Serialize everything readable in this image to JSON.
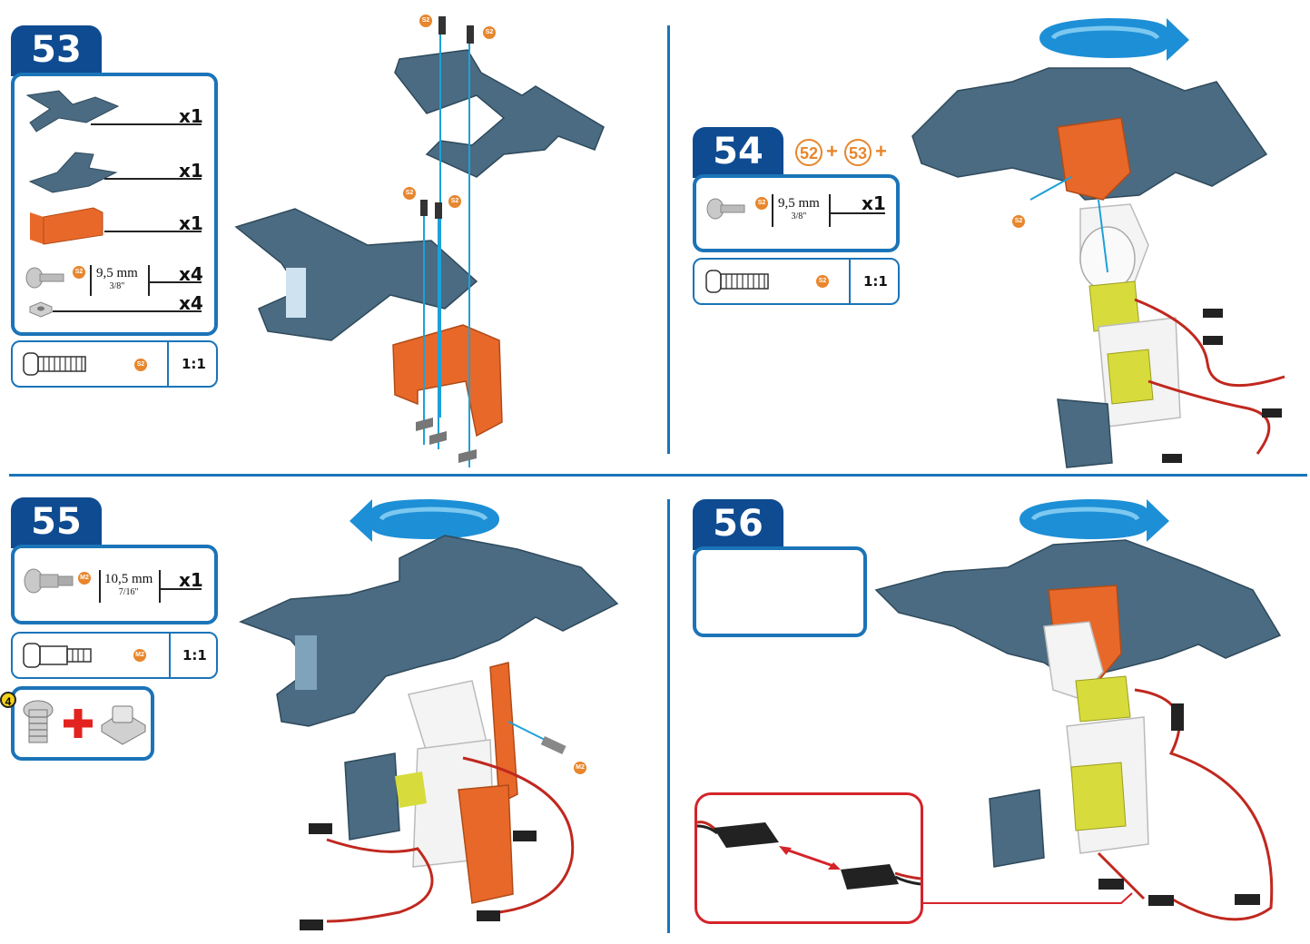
{
  "steps": [
    {
      "number": "53",
      "parts": [
        {
          "qty": "x1",
          "icon": "long-plate-icon"
        },
        {
          "qty": "x1",
          "icon": "short-plate-icon"
        },
        {
          "qty": "x1",
          "icon": "orange-bracket-icon"
        },
        {
          "qty": "x4",
          "icon": "screw-icon"
        },
        {
          "qty": "x4",
          "icon": "nut-icon"
        }
      ],
      "screw": {
        "code": "S2",
        "length": "9,5 mm",
        "inch": "3/8\""
      },
      "scale": {
        "code": "S2",
        "ratio": "1:1"
      },
      "callout_codes": [
        "S2",
        "S2",
        "S2",
        "S2"
      ]
    },
    {
      "number": "54",
      "combo": {
        "a": "52",
        "b": "53",
        "plus": "+"
      },
      "parts": [
        {
          "qty": "x1",
          "icon": "screw-icon"
        }
      ],
      "screw": {
        "code": "S2",
        "length": "9,5 mm",
        "inch": "3/8\""
      },
      "scale": {
        "code": "S2",
        "ratio": "1:1"
      },
      "callout_codes": [
        "S2"
      ]
    },
    {
      "number": "55",
      "parts": [
        {
          "qty": "x1",
          "icon": "shoulder-screw-icon"
        }
      ],
      "screw": {
        "code": "M2",
        "length": "10,5 mm",
        "inch": "7/16\""
      },
      "scale": {
        "code": "M2",
        "ratio": "1:1"
      },
      "tool_badge": "4",
      "callout_codes": [
        "M2"
      ]
    },
    {
      "number": "56"
    }
  ],
  "colors": {
    "brand_blue": "#0f4b91",
    "frame_blue": "#1b74b8",
    "plate_gray": "#4a6b82",
    "bracket_orange": "#e8682a",
    "servo_yellow": "#d7dc3c",
    "highlight_red": "#d5232a",
    "badge_orange": "#e8862d"
  }
}
